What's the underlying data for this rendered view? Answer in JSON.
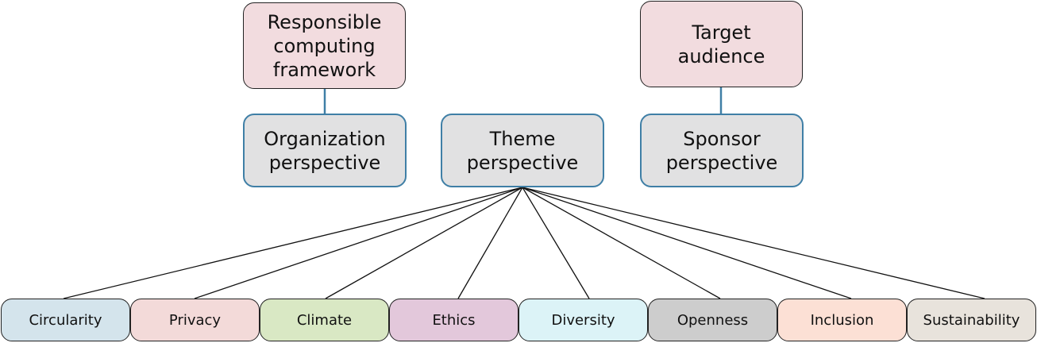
{
  "top_nodes": {
    "framework": "Responsible\ncomputing\nframework",
    "audience": "Target\naudience"
  },
  "perspectives": {
    "organization": "Organization\nperspective",
    "theme": "Theme\nperspective",
    "sponsor": "Sponsor\nperspective"
  },
  "themes": [
    {
      "label": "Circularity",
      "color": "#d4e4ec"
    },
    {
      "label": "Privacy",
      "color": "#f3dad9"
    },
    {
      "label": "Climate",
      "color": "#d9e8c4"
    },
    {
      "label": "Ethics",
      "color": "#e3c8db"
    },
    {
      "label": "Diversity",
      "color": "#dcf3f7"
    },
    {
      "label": "Openness",
      "color": "#cdcdcd"
    },
    {
      "label": "Inclusion",
      "color": "#fce0d5"
    },
    {
      "label": "Sustainability",
      "color": "#e8e3dc"
    }
  ]
}
